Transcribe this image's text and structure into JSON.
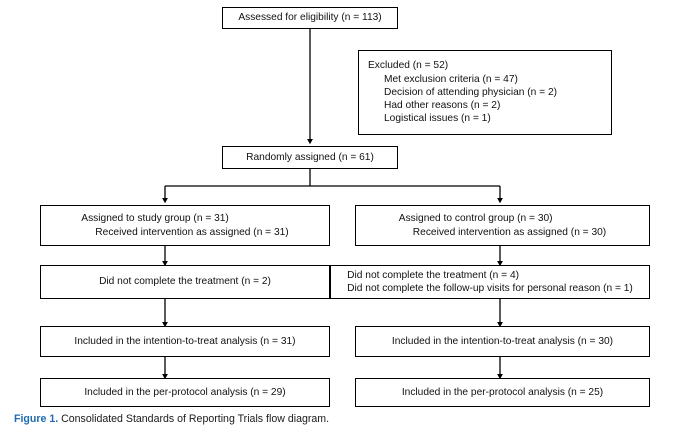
{
  "figure": {
    "label": "Figure 1.",
    "caption_text": "Consolidated Standards of Reporting Trials flow diagram.",
    "label_color": "#1f6cb0"
  },
  "chart_data": {
    "type": "diagram",
    "title": "Consolidated Standards of Reporting Trials flow diagram",
    "diagram_kind": "CONSORT participant flow",
    "nodes": [
      {
        "id": "enrollment",
        "lines": [
          "Assessed for eligibility (n = 113)"
        ],
        "n": 113
      },
      {
        "id": "excluded",
        "lines": [
          "Excluded (n = 52)",
          "Met exclusion criteria (n = 47)",
          "Decision of attending physician (n = 2)",
          "Had other reasons (n = 2)",
          "Logistical issues (n = 1)"
        ],
        "n": 52
      },
      {
        "id": "randomized",
        "lines": [
          "Randomly assigned (n = 61)"
        ],
        "n": 61
      },
      {
        "id": "allocation-study",
        "lines": [
          "Assigned to study group (n = 31)",
          "Received intervention as assigned (n = 31)"
        ],
        "n": 31
      },
      {
        "id": "allocation-control",
        "lines": [
          "Assigned to control group (n = 30)",
          "Received intervention as assigned (n = 30)"
        ],
        "n": 30
      },
      {
        "id": "followup-study",
        "lines": [
          "Did not complete the treatment (n = 2)"
        ],
        "n": 2
      },
      {
        "id": "followup-control",
        "lines": [
          "Did not complete the treatment (n = 4)",
          "Did not complete the follow-up visits for personal reason (n = 1)"
        ],
        "n": 5
      },
      {
        "id": "itt-study",
        "lines": [
          "Included in the intention-to-treat analysis (n = 31)"
        ],
        "n": 31
      },
      {
        "id": "itt-control",
        "lines": [
          "Included in the intention-to-treat analysis (n = 30)"
        ],
        "n": 30
      },
      {
        "id": "pp-study",
        "lines": [
          "Included in the per-protocol analysis (n = 29)"
        ],
        "n": 29
      },
      {
        "id": "pp-control",
        "lines": [
          "Included in the per-protocol analysis (n = 25)"
        ],
        "n": 25
      }
    ],
    "edges": [
      {
        "from": "enrollment",
        "to": "randomized"
      },
      {
        "from": "randomized",
        "to": "allocation-study"
      },
      {
        "from": "randomized",
        "to": "allocation-control"
      },
      {
        "from": "allocation-study",
        "to": "followup-study"
      },
      {
        "from": "allocation-control",
        "to": "followup-control"
      },
      {
        "from": "followup-study",
        "to": "itt-study"
      },
      {
        "from": "followup-control",
        "to": "itt-control"
      },
      {
        "from": "itt-study",
        "to": "pp-study"
      },
      {
        "from": "itt-control",
        "to": "pp-control"
      }
    ]
  },
  "boxes": {
    "enrollment": {
      "line1": "Assessed for eligibility (n = 113)"
    },
    "excluded": {
      "line1": "Excluded (n = 52)",
      "line2": "Met exclusion criteria (n = 47)",
      "line3": "Decision of attending physician (n = 2)",
      "line4": "Had other reasons (n = 2)",
      "line5": "Logistical issues (n = 1)"
    },
    "randomized": {
      "line1": "Randomly assigned (n = 61)"
    },
    "allocation_study": {
      "line1": "Assigned to study group (n = 31)",
      "line2": "Received intervention as assigned (n = 31)"
    },
    "allocation_control": {
      "line1": "Assigned to control group (n = 30)",
      "line2": "Received intervention as assigned (n = 30)"
    },
    "followup_study": {
      "line1": "Did not complete the treatment (n = 2)"
    },
    "followup_control": {
      "line1": "Did not complete the treatment (n = 4)",
      "line2": "Did not complete the follow-up visits for personal reason (n = 1)"
    },
    "itt_study": {
      "line1": "Included in the intention-to-treat analysis (n = 31)"
    },
    "itt_control": {
      "line1": "Included in the intention-to-treat analysis (n = 30)"
    },
    "pp_study": {
      "line1": "Included in the per-protocol analysis (n = 29)"
    },
    "pp_control": {
      "line1": "Included in the per-protocol analysis (n = 25)"
    }
  }
}
